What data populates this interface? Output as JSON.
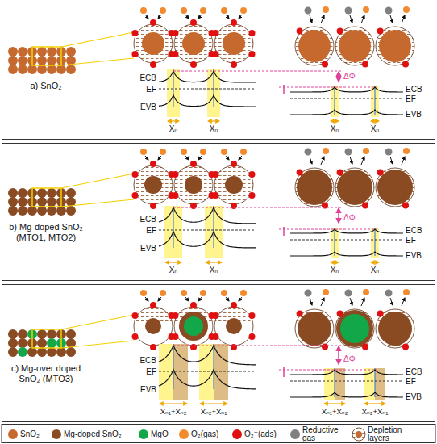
{
  "diagram": {
    "nodes": [
      {
        "text": [
          "a) SnO₂"
        ]
      },
      {
        "text": [
          "b) Mg-doped SnO₂ (MTO1, MTO2)"
        ]
      },
      {
        "text": [
          "c) Mg-over doped SnO₂ (MTO3)"
        ]
      }
    ],
    "labels": [
      "ECB",
      "EF",
      "EVB",
      "Xₙ",
      "Xₙ",
      "ΔΦ",
      "ECB",
      "EF",
      "EVB",
      "Xₙ",
      "Xₙ",
      "ECB",
      "EF",
      "EVB",
      "Xₙ",
      "Xₙ",
      "ΔΦ",
      "ECB",
      "EF",
      "EVB",
      "Xₙ",
      "Xₙ",
      "ECB",
      "EF",
      "EVB",
      "Xₙ₁+Xₙ₂",
      "Xₙ₂+Xₙ₁",
      "ΔΦ",
      "ECB",
      "EF",
      "EVB",
      "Xₙ₁+Xₙ₂",
      "Xₙ₂+Xₙ₁"
    ],
    "legend": [
      {
        "text": "SnO₂",
        "color": "#c5692f"
      },
      {
        "text": "Mg-doped SnO₂",
        "color": "#8a4a22"
      },
      {
        "text": "MgO",
        "color": "#12a84a"
      },
      {
        "text": "O₂(gas)",
        "color": "#f28a2e"
      },
      {
        "text": "O₂⁻(ads)",
        "color": "#e01010"
      },
      {
        "text": "Reductive gas",
        "color": "#808080"
      },
      {
        "text": "Depletion layers"
      }
    ]
  }
}
